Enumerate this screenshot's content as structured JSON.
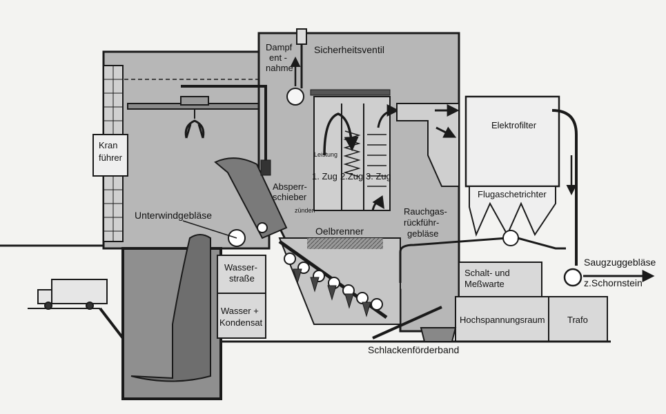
{
  "labels": {
    "kran_1": "Kran",
    "kran_2": "führer",
    "dampf_1": "Dampf",
    "dampf_2": "ent -",
    "dampf_3": "nahme",
    "sicherheitsventil": "Sicherheitsventil",
    "leistung": "Leistung",
    "zug1": "1. Zug",
    "zug2": "2.Zug",
    "zug3": "3. Zug",
    "absperr_1": "Absperr-",
    "absperr_2": "schieber",
    "zuenden": "zünden",
    "unterwind": "Unterwindgebläse",
    "oelbrenner": "Oelbrenner",
    "rauch_1": "Rauchgas-",
    "rauch_2": "rückführ-",
    "rauch_3": "gebläse",
    "elektrofilter": "Elektrofilter",
    "flugasche": "Flugaschetrichter",
    "wasserstr_1": "Wasser-",
    "wasserstr_2": "straße",
    "wasserk_1": "Wasser +",
    "wasserk_2": "Kondensat",
    "schalt_1": "Schalt- und",
    "schalt_2": "Meßwarte",
    "hochspannung": "Hochspannungsraum",
    "trafo": "Trafo",
    "saugzug": "Saugzuggebläse",
    "schornstein": "z.Schornstein",
    "schlacken": "Schlackenförderband"
  },
  "colors": {
    "outline": "#1a1a1a",
    "building_fill": "#b7b7b7",
    "room_fill": "#d9d9d9",
    "waste_fill": "#6e6e6e",
    "paper": "#f3f3f1"
  },
  "icons": {
    "truck": "garbage-truck-icon",
    "crane_grab": "crane-grab-icon",
    "safety_valve": "safety-valve-icon",
    "fan": "fan-icon"
  }
}
